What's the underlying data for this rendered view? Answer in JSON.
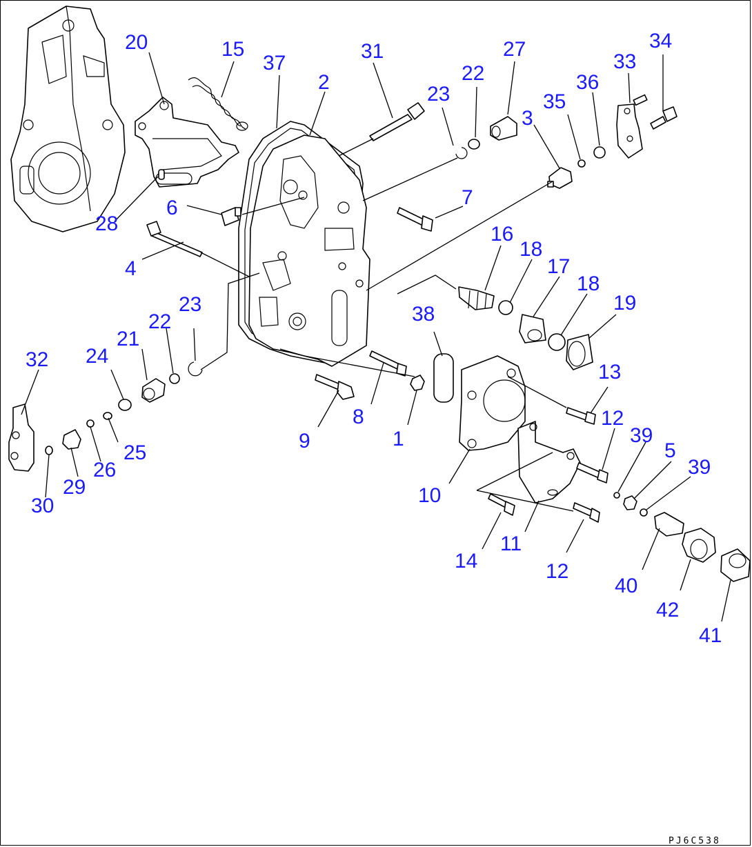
{
  "diagram": {
    "drawing_code": "PJ6C538",
    "accent_color": "#1a1aff",
    "callouts": [
      {
        "id": "c20",
        "text": "20"
      },
      {
        "id": "c15",
        "text": "15"
      },
      {
        "id": "c37",
        "text": "37"
      },
      {
        "id": "c31",
        "text": "31"
      },
      {
        "id": "c2",
        "text": "2"
      },
      {
        "id": "c23a",
        "text": "23"
      },
      {
        "id": "c22a",
        "text": "22"
      },
      {
        "id": "c27",
        "text": "27"
      },
      {
        "id": "c3",
        "text": "3"
      },
      {
        "id": "c35",
        "text": "35"
      },
      {
        "id": "c36",
        "text": "36"
      },
      {
        "id": "c33",
        "text": "33"
      },
      {
        "id": "c34",
        "text": "34"
      },
      {
        "id": "c7",
        "text": "7"
      },
      {
        "id": "c6",
        "text": "6"
      },
      {
        "id": "c28",
        "text": "28"
      },
      {
        "id": "c4",
        "text": "4"
      },
      {
        "id": "c16",
        "text": "16"
      },
      {
        "id": "c18a",
        "text": "18"
      },
      {
        "id": "c17",
        "text": "17"
      },
      {
        "id": "c18b",
        "text": "18"
      },
      {
        "id": "c19",
        "text": "19"
      },
      {
        "id": "c38",
        "text": "38"
      },
      {
        "id": "c13",
        "text": "13"
      },
      {
        "id": "c23b",
        "text": "23"
      },
      {
        "id": "c22b",
        "text": "22"
      },
      {
        "id": "c21",
        "text": "21"
      },
      {
        "id": "c24",
        "text": "24"
      },
      {
        "id": "c32",
        "text": "32"
      },
      {
        "id": "c12a",
        "text": "12"
      },
      {
        "id": "c39a",
        "text": "39"
      },
      {
        "id": "c5",
        "text": "5"
      },
      {
        "id": "c39b",
        "text": "39"
      },
      {
        "id": "c8",
        "text": "8"
      },
      {
        "id": "c1",
        "text": "1"
      },
      {
        "id": "c9",
        "text": "9"
      },
      {
        "id": "c25",
        "text": "25"
      },
      {
        "id": "c26",
        "text": "26"
      },
      {
        "id": "c29",
        "text": "29"
      },
      {
        "id": "c30",
        "text": "30"
      },
      {
        "id": "c10",
        "text": "10"
      },
      {
        "id": "c11",
        "text": "11"
      },
      {
        "id": "c14",
        "text": "14"
      },
      {
        "id": "c12b",
        "text": "12"
      },
      {
        "id": "c40",
        "text": "40"
      },
      {
        "id": "c42",
        "text": "42"
      },
      {
        "id": "c41",
        "text": "41"
      }
    ]
  }
}
